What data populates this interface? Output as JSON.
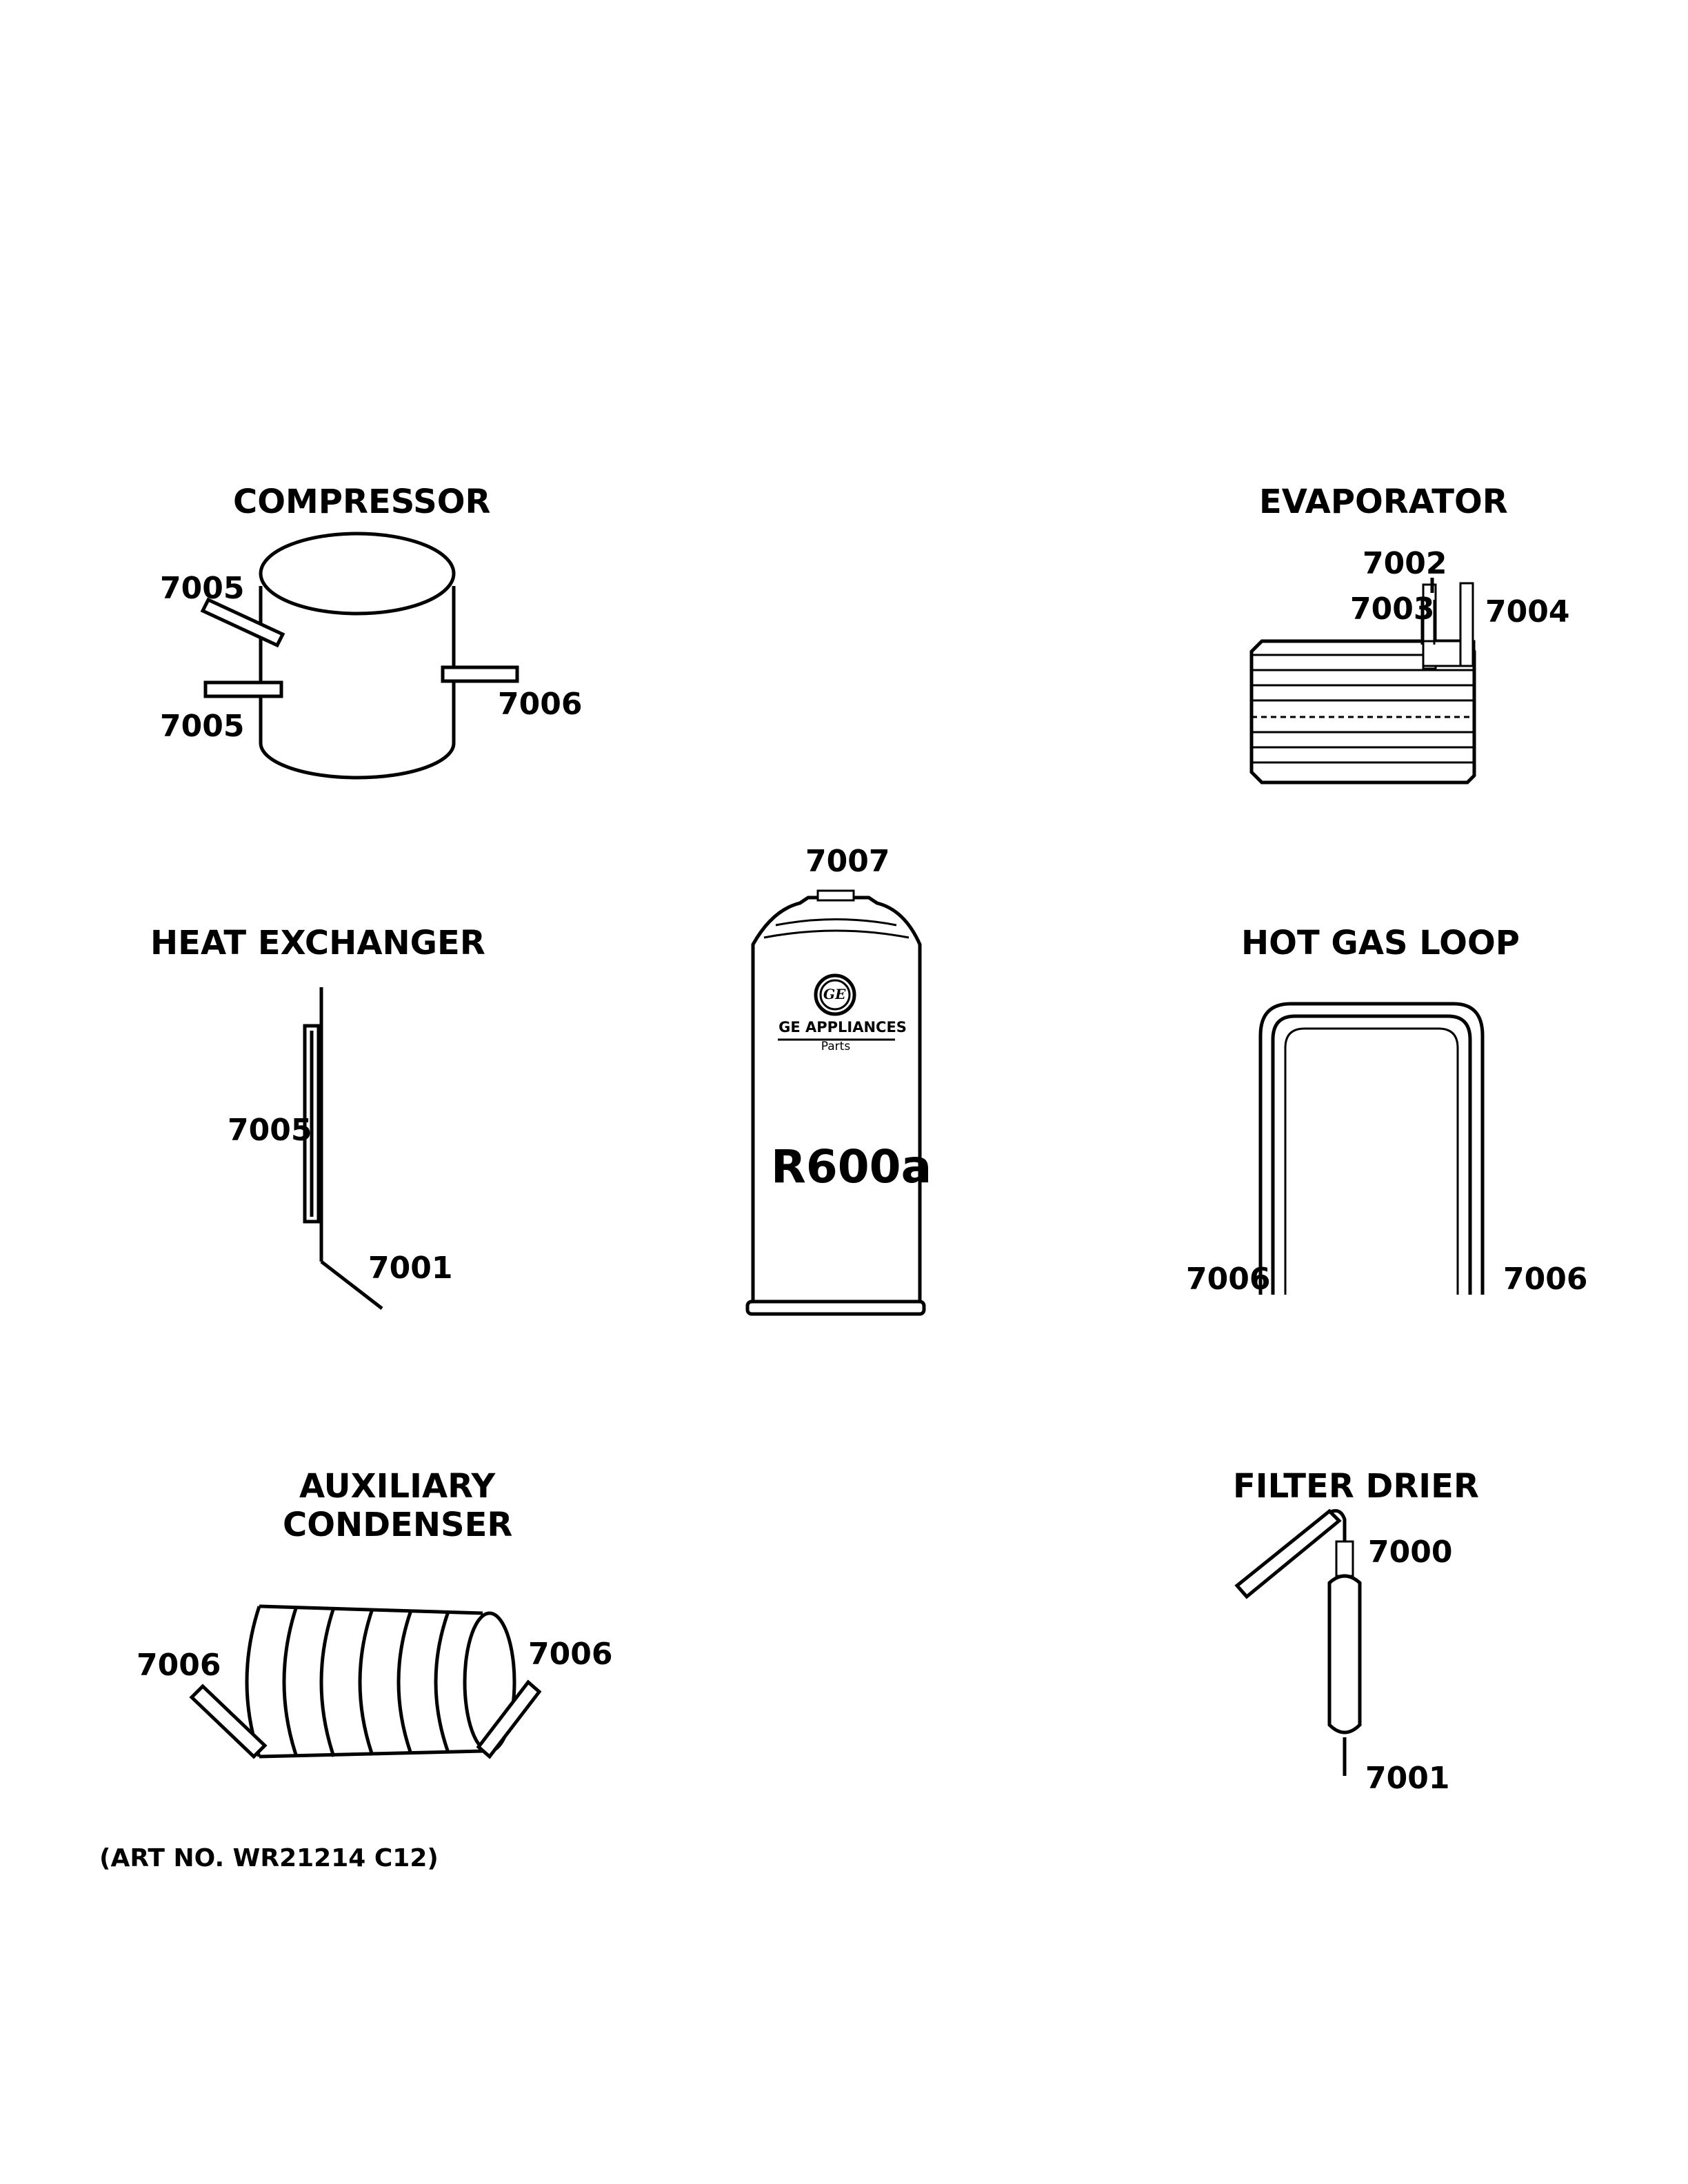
{
  "sections": {
    "compressor": {
      "title": "COMPRESSOR",
      "callouts": [
        "7005",
        "7005",
        "7006"
      ]
    },
    "evaporator": {
      "title": "EVAPORATOR",
      "callouts": [
        "7002",
        "7003",
        "7004"
      ]
    },
    "heat_exchanger": {
      "title": "HEAT EXCHANGER",
      "callouts": [
        "7005",
        "7001"
      ]
    },
    "refrigerant": {
      "callout": "7007",
      "brand": "GE APPLIANCES",
      "brand_sub": "Parts",
      "refrigerant": "R600a",
      "logo_text": "GE"
    },
    "hot_gas_loop": {
      "title": "HOT GAS LOOP",
      "callouts": [
        "7006",
        "7006"
      ]
    },
    "aux_condenser": {
      "title_line1": "AUXILIARY",
      "title_line2": "CONDENSER",
      "callouts": [
        "7006",
        "7006"
      ]
    },
    "filter_drier": {
      "title": "FILTER DRIER",
      "callouts": [
        "7000",
        "7001"
      ]
    }
  },
  "art_number": "(ART NO. WR21214 C12)"
}
